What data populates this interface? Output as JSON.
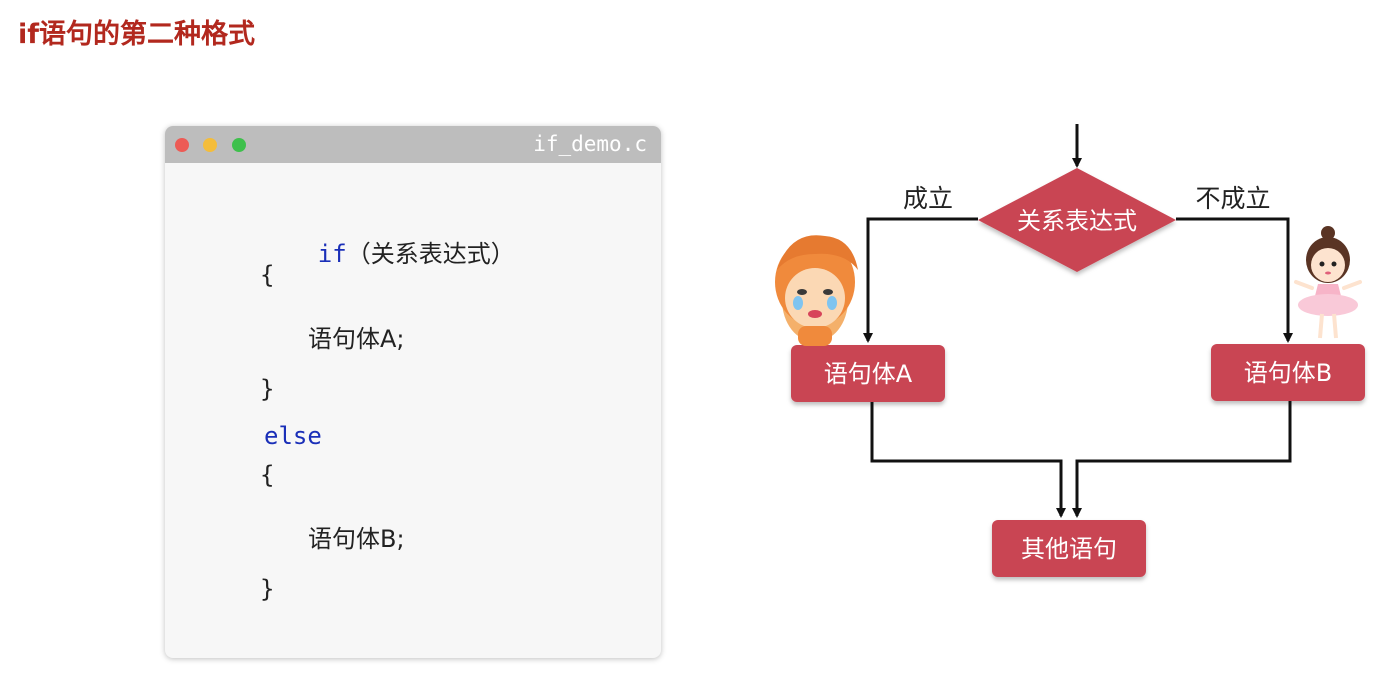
{
  "page": {
    "title": "if语句的第二种格式"
  },
  "code_window": {
    "filename": "if_demo.c",
    "lines": {
      "if_keyword": "if",
      "condition": "（关系表达式）",
      "open_brace_1": "{",
      "body_a": "语句体A;",
      "close_brace_1": "}",
      "else_keyword": "else",
      "open_brace_2": "{",
      "body_b": "语句体B;",
      "close_brace_2": "}"
    }
  },
  "flowchart": {
    "condition": "关系表达式",
    "true_label": "成立",
    "false_label": "不成立",
    "box_a": "语句体A",
    "box_b": "语句体B",
    "box_other": "其他语句",
    "colors": {
      "node": "#c94552",
      "line": "#111111"
    },
    "icons": {
      "left": "crying-boy-icon",
      "right": "ballerina-girl-icon"
    }
  }
}
